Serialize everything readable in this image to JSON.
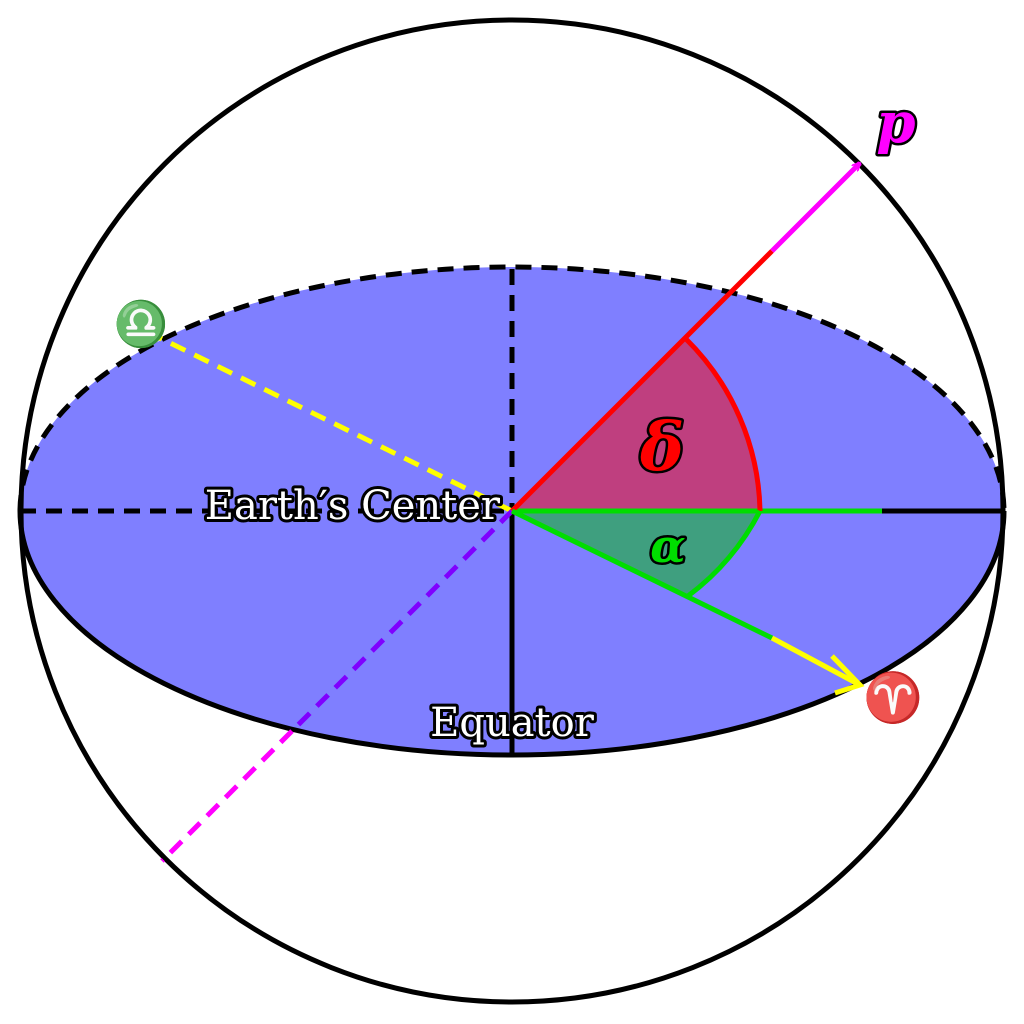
{
  "labels": {
    "center": "Earth′s Center",
    "equator": "Equator",
    "declination": "δ",
    "right_ascension": "α",
    "point": "p",
    "vernal_equinox": "♈",
    "autumnal_equinox": "♎"
  },
  "colors": {
    "equatorial_plane": "#7f7fff",
    "declination_wedge": "#bf3f7f",
    "right_ascension_wedge": "#3f9f7f",
    "declination_line": "#ff0000",
    "right_ascension_line": "#00dd00",
    "point_vector": "#ff00ff",
    "equinox_vector": "#ffff00",
    "polar_axis_back": "#7f00ff",
    "outline": "#000000",
    "label_fill": "#ffffff"
  },
  "icons": {
    "vernal_equinox": "aries-icon",
    "autumnal_equinox": "libra-icon"
  }
}
